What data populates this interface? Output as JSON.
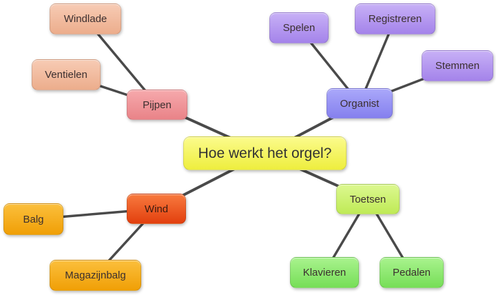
{
  "colors": {
    "peach": "#f0b595",
    "pink": "#ec8d92",
    "purple": "#b195f0",
    "blue": "#8f8bf2",
    "yellow": "#f2f24d",
    "lime": "#c8ef63",
    "green": "#80e060",
    "orange": "#f5a81a",
    "red": "#ea4a15",
    "line": "#4a4a4a"
  },
  "mindmap": {
    "central": {
      "id": "central",
      "label": "Hoe werkt het orgel?"
    },
    "nodes": [
      {
        "id": "pijpen",
        "label": "Pijpen",
        "parent": "central"
      },
      {
        "id": "windlade",
        "label": "Windlade",
        "parent": "pijpen"
      },
      {
        "id": "ventielen",
        "label": "Ventielen",
        "parent": "pijpen"
      },
      {
        "id": "organist",
        "label": "Organist",
        "parent": "central"
      },
      {
        "id": "spelen",
        "label": "Spelen",
        "parent": "organist"
      },
      {
        "id": "registreren",
        "label": "Registreren",
        "parent": "organist"
      },
      {
        "id": "stemmen",
        "label": "Stemmen",
        "parent": "organist"
      },
      {
        "id": "wind",
        "label": "Wind",
        "parent": "central"
      },
      {
        "id": "balg",
        "label": "Balg",
        "parent": "wind"
      },
      {
        "id": "magazijnbalg",
        "label": "Magazijnbalg",
        "parent": "wind"
      },
      {
        "id": "toetsen",
        "label": "Toetsen",
        "parent": "central"
      },
      {
        "id": "klavieren",
        "label": "Klavieren",
        "parent": "toetsen"
      },
      {
        "id": "pedalen",
        "label": "Pedalen",
        "parent": "toetsen"
      }
    ]
  }
}
